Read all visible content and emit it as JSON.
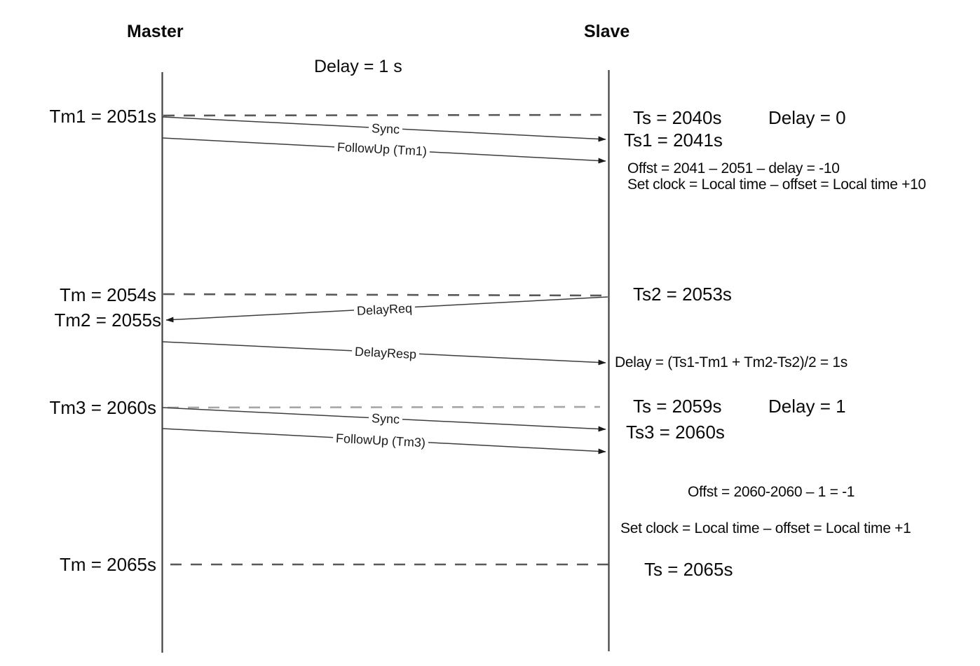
{
  "header": {
    "master_title": "Master",
    "slave_title": "Slave",
    "link_delay_note": "Delay = 1 s"
  },
  "master": {
    "events": [
      {
        "label": "Tm1 = 2051s"
      },
      {
        "label": "Tm = 2054s"
      },
      {
        "label": "Tm2 = 2055s"
      },
      {
        "label": "Tm3 = 2060s"
      },
      {
        "label": "Tm = 2065s"
      }
    ]
  },
  "slave": {
    "events": [
      {
        "label": "Ts = 2040s"
      },
      {
        "label": "Delay = 0"
      },
      {
        "label": "Ts1 = 2041s"
      },
      {
        "label": "Ts2 = 2053s"
      },
      {
        "label": "Ts = 2059s"
      },
      {
        "label": "Delay = 1"
      },
      {
        "label": "Ts3 = 2060s"
      },
      {
        "label": "Ts = 2065s"
      }
    ],
    "calculations": [
      {
        "text": "Offst = 2041 – 2051 – delay = -10"
      },
      {
        "text": "Set clock = Local time – offset = Local time +10"
      },
      {
        "text": "Delay = (Ts1-Tm1 + Tm2-Ts2)/2 = 1s"
      },
      {
        "text": "Offst = 2060-2060 – 1 = -1"
      },
      {
        "text": "Set clock = Local time – offset = Local time +1"
      }
    ]
  },
  "messages": [
    {
      "label": "Sync"
    },
    {
      "label": "FollowUp (Tm1)"
    },
    {
      "label": "DelayReq"
    },
    {
      "label": "DelayResp"
    },
    {
      "label": "Sync"
    },
    {
      "label": "FollowUp (Tm3)"
    }
  ],
  "colors": {
    "background": "#ffffff",
    "lifeline": "#404040",
    "dashed_dark": "#595959",
    "dashed_light": "#a6a6a6",
    "arrow": "#3d3d3d",
    "text": "#000000"
  }
}
